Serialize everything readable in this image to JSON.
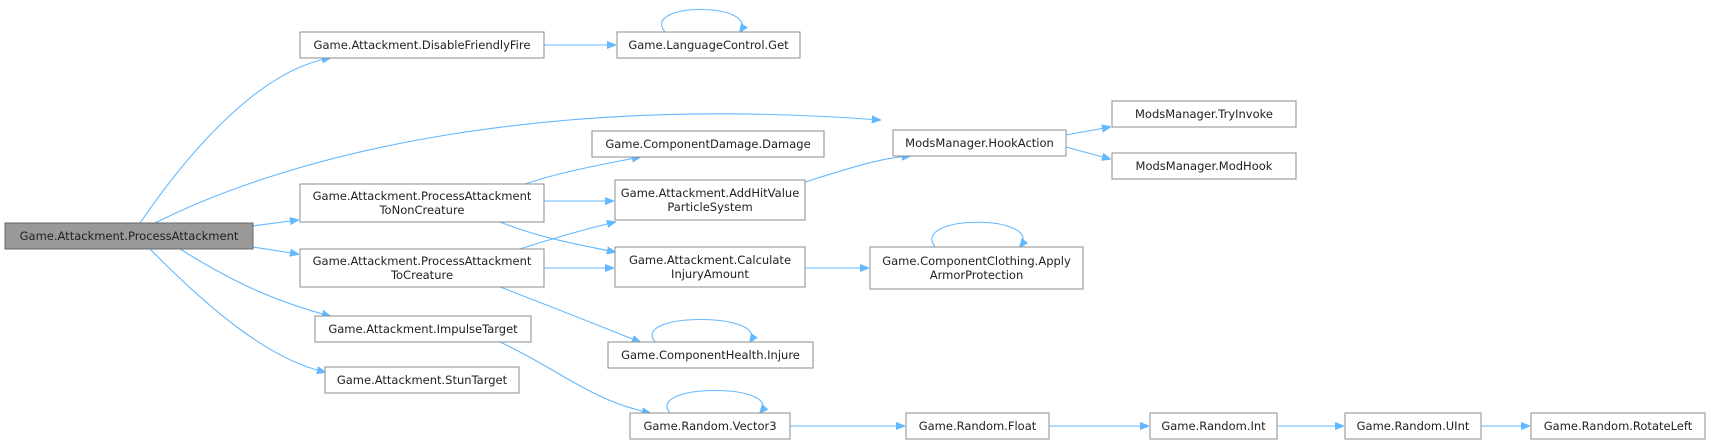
{
  "diagram": {
    "nodes": [
      {
        "id": "root",
        "lines": [
          "Game.Attackment.ProcessAttackment"
        ],
        "root": true
      },
      {
        "id": "dff",
        "lines": [
          "Game.Attackment.DisableFriendlyFire"
        ]
      },
      {
        "id": "lcg",
        "lines": [
          "Game.LanguageControl.Get"
        ]
      },
      {
        "id": "pnc",
        "lines": [
          "Game.Attackment.ProcessAttackment",
          "ToNonCreature"
        ]
      },
      {
        "id": "pc",
        "lines": [
          "Game.Attackment.ProcessAttackment",
          "ToCreature"
        ]
      },
      {
        "id": "imp",
        "lines": [
          "Game.Attackment.ImpulseTarget"
        ]
      },
      {
        "id": "stun",
        "lines": [
          "Game.Attackment.StunTarget"
        ]
      },
      {
        "id": "cdd",
        "lines": [
          "Game.ComponentDamage.Damage"
        ]
      },
      {
        "id": "ahv",
        "lines": [
          "Game.Attackment.AddHitValue",
          "ParticleSystem"
        ]
      },
      {
        "id": "cia",
        "lines": [
          "Game.Attackment.Calculate",
          "InjuryAmount"
        ]
      },
      {
        "id": "chi",
        "lines": [
          "Game.ComponentHealth.Injure"
        ]
      },
      {
        "id": "rv3",
        "lines": [
          "Game.Random.Vector3"
        ]
      },
      {
        "id": "hook",
        "lines": [
          "ModsManager.HookAction"
        ]
      },
      {
        "id": "tryinv",
        "lines": [
          "ModsManager.TryInvoke"
        ]
      },
      {
        "id": "modhook",
        "lines": [
          "ModsManager.ModHook"
        ]
      },
      {
        "id": "armor",
        "lines": [
          "Game.ComponentClothing.Apply",
          "ArmorProtection"
        ]
      },
      {
        "id": "rf",
        "lines": [
          "Game.Random.Float"
        ]
      },
      {
        "id": "ri",
        "lines": [
          "Game.Random.Int"
        ]
      },
      {
        "id": "ru",
        "lines": [
          "Game.Random.UInt"
        ]
      },
      {
        "id": "rrl",
        "lines": [
          "Game.Random.RotateLeft"
        ]
      }
    ],
    "edges": [
      [
        "root",
        "dff"
      ],
      [
        "root",
        "hook"
      ],
      [
        "root",
        "pnc"
      ],
      [
        "root",
        "pc"
      ],
      [
        "root",
        "imp"
      ],
      [
        "root",
        "stun"
      ],
      [
        "dff",
        "lcg"
      ],
      [
        "lcg",
        "lcg"
      ],
      [
        "pnc",
        "cdd"
      ],
      [
        "pnc",
        "ahv"
      ],
      [
        "pnc",
        "cia"
      ],
      [
        "pc",
        "ahv"
      ],
      [
        "pc",
        "cia"
      ],
      [
        "pc",
        "chi"
      ],
      [
        "ahv",
        "hook"
      ],
      [
        "hook",
        "tryinv"
      ],
      [
        "hook",
        "modhook"
      ],
      [
        "cia",
        "armor"
      ],
      [
        "armor",
        "armor"
      ],
      [
        "chi",
        "chi"
      ],
      [
        "imp",
        "rv3"
      ],
      [
        "rv3",
        "rv3"
      ],
      [
        "rv3",
        "rf"
      ],
      [
        "rf",
        "ri"
      ],
      [
        "ri",
        "ru"
      ],
      [
        "ru",
        "rrl"
      ]
    ],
    "colors": {
      "edge": "#63b8ff",
      "root_fill": "#999999",
      "node_border": "#8c8c8c"
    }
  }
}
